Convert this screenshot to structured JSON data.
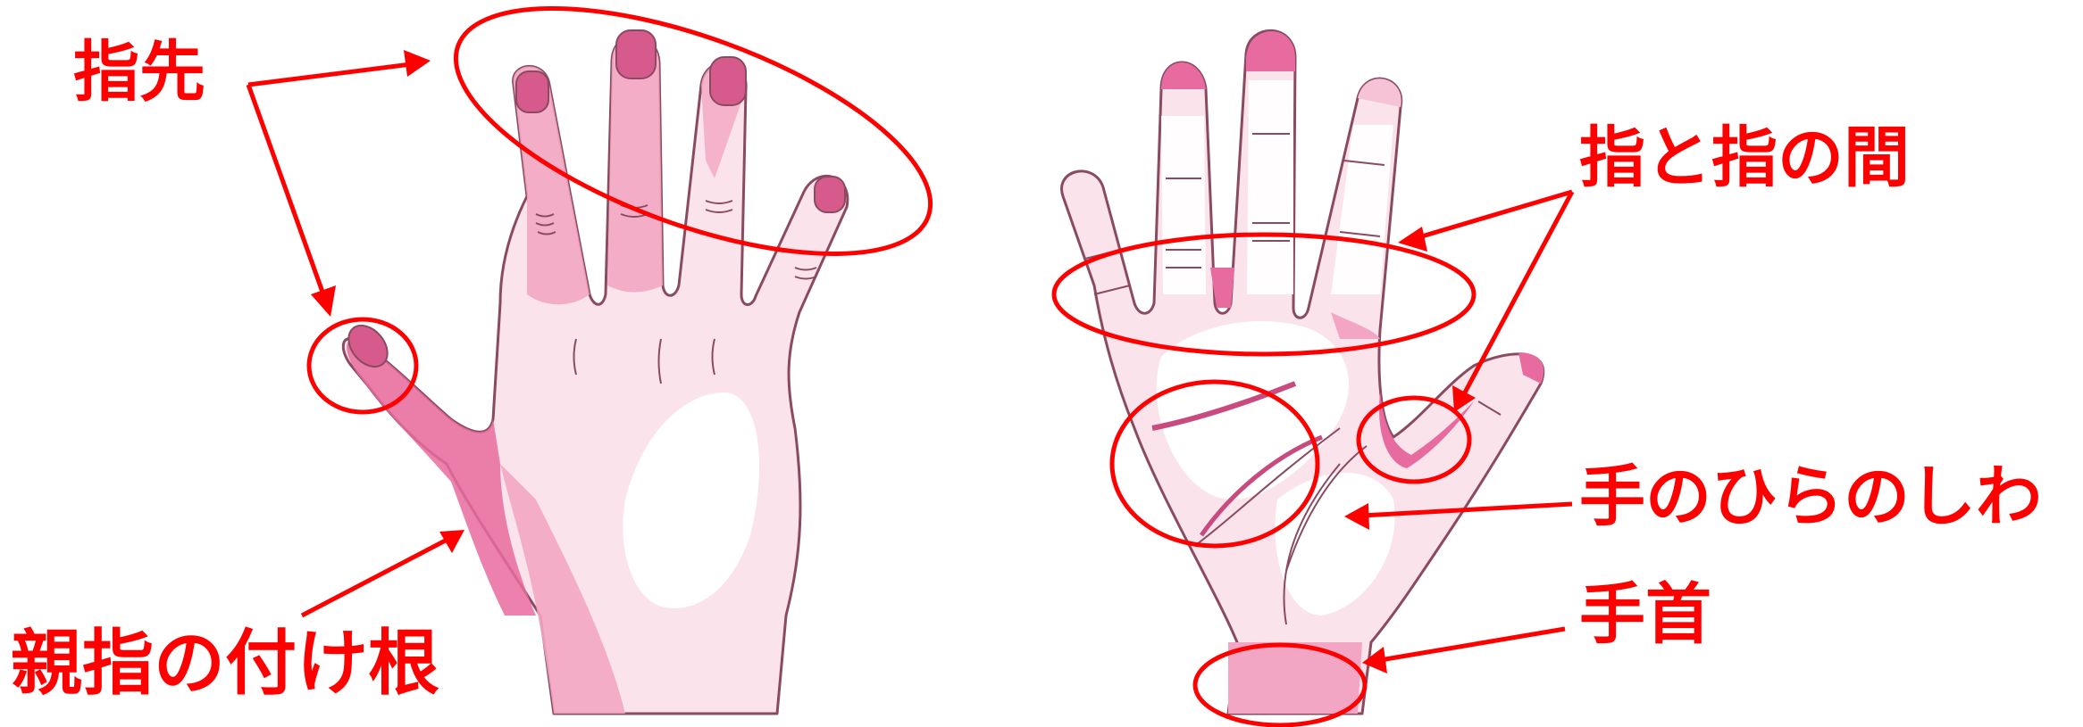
{
  "labels": {
    "fingertips": "指先",
    "between_fingers": "指と指の間",
    "palm_wrinkles": "手のひらのしわ",
    "wrist": "手首",
    "thumb_base": "親指の付け根"
  },
  "colors": {
    "annotation": "#ff0000",
    "outline": "#8a4a60",
    "skin_light": "#fbe3ec",
    "skin_white": "#ffffff",
    "pink_mid": "#f3a6c3",
    "pink_deep": "#e76b9e",
    "nail": "#d65b8c"
  },
  "figures": [
    "hand-back",
    "hand-palm"
  ]
}
